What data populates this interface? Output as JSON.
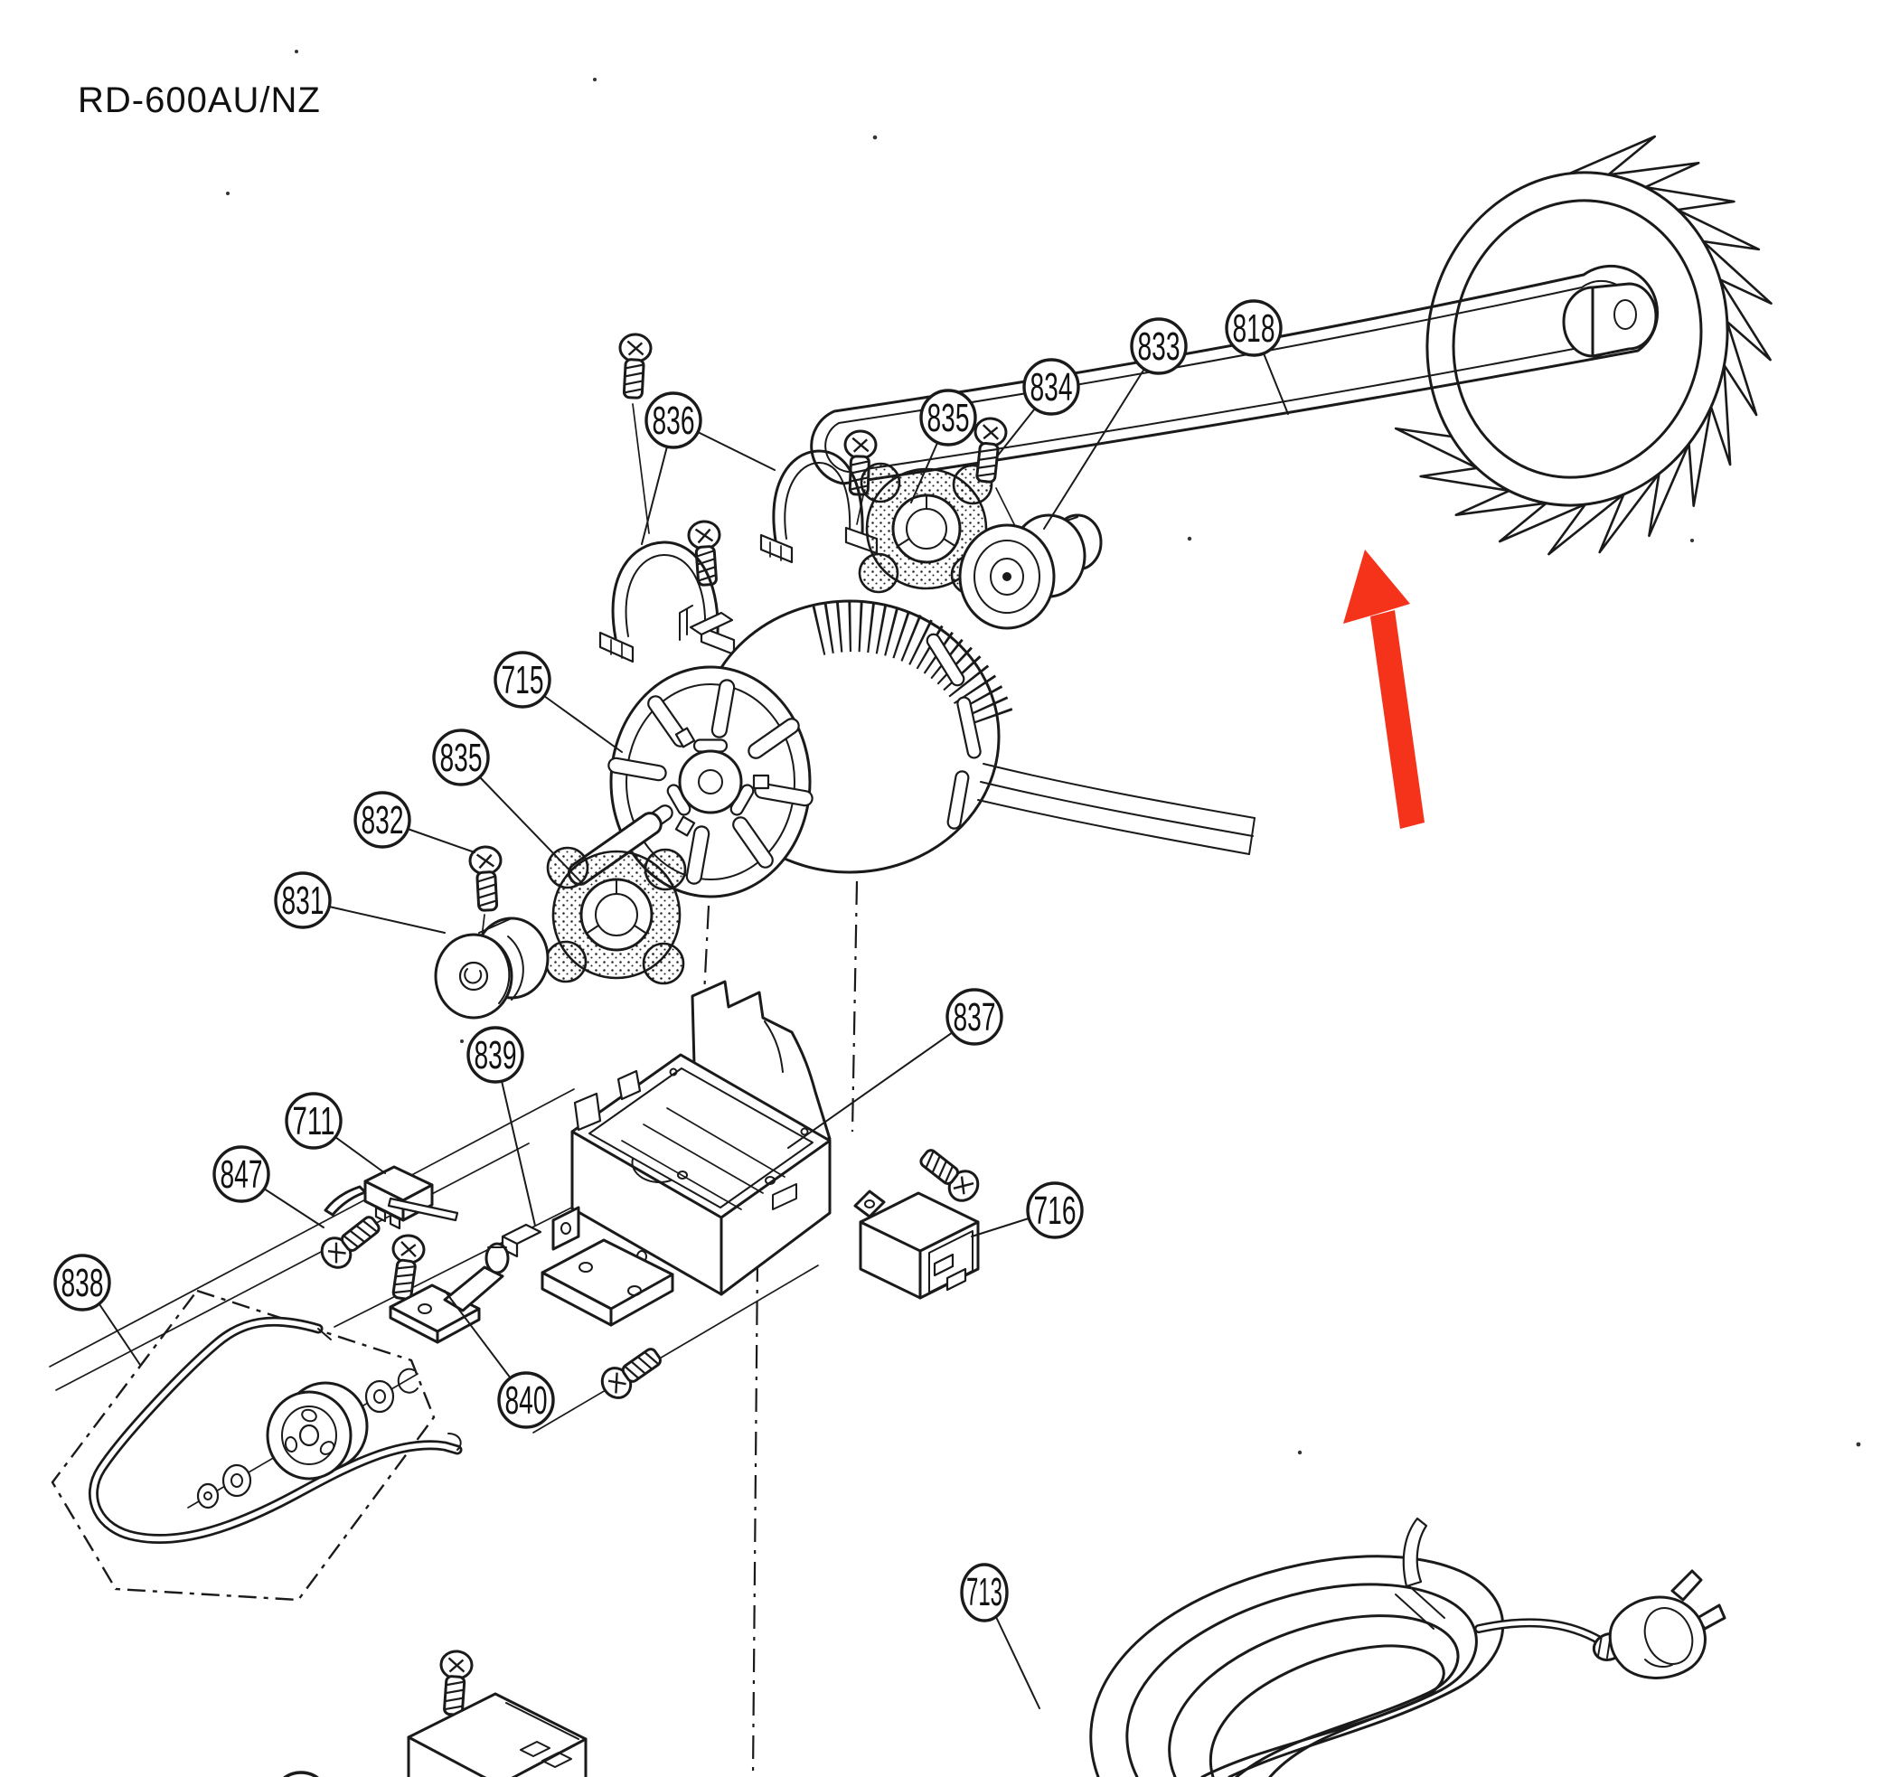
{
  "page": {
    "title": "RD-600AU/NZ",
    "background": "#ffffff",
    "line_color": "#1a1a1a",
    "arrow_color": "#f5321a"
  },
  "callouts": [
    {
      "number": "836"
    },
    {
      "number": "835"
    },
    {
      "number": "834"
    },
    {
      "number": "833"
    },
    {
      "number": "818"
    },
    {
      "number": "715"
    },
    {
      "number": "835"
    },
    {
      "number": "832"
    },
    {
      "number": "831"
    },
    {
      "number": "839"
    },
    {
      "number": "837"
    },
    {
      "number": "711"
    },
    {
      "number": "847"
    },
    {
      "number": "838"
    },
    {
      "number": "840"
    },
    {
      "number": "716"
    },
    {
      "number": "713"
    }
  ]
}
